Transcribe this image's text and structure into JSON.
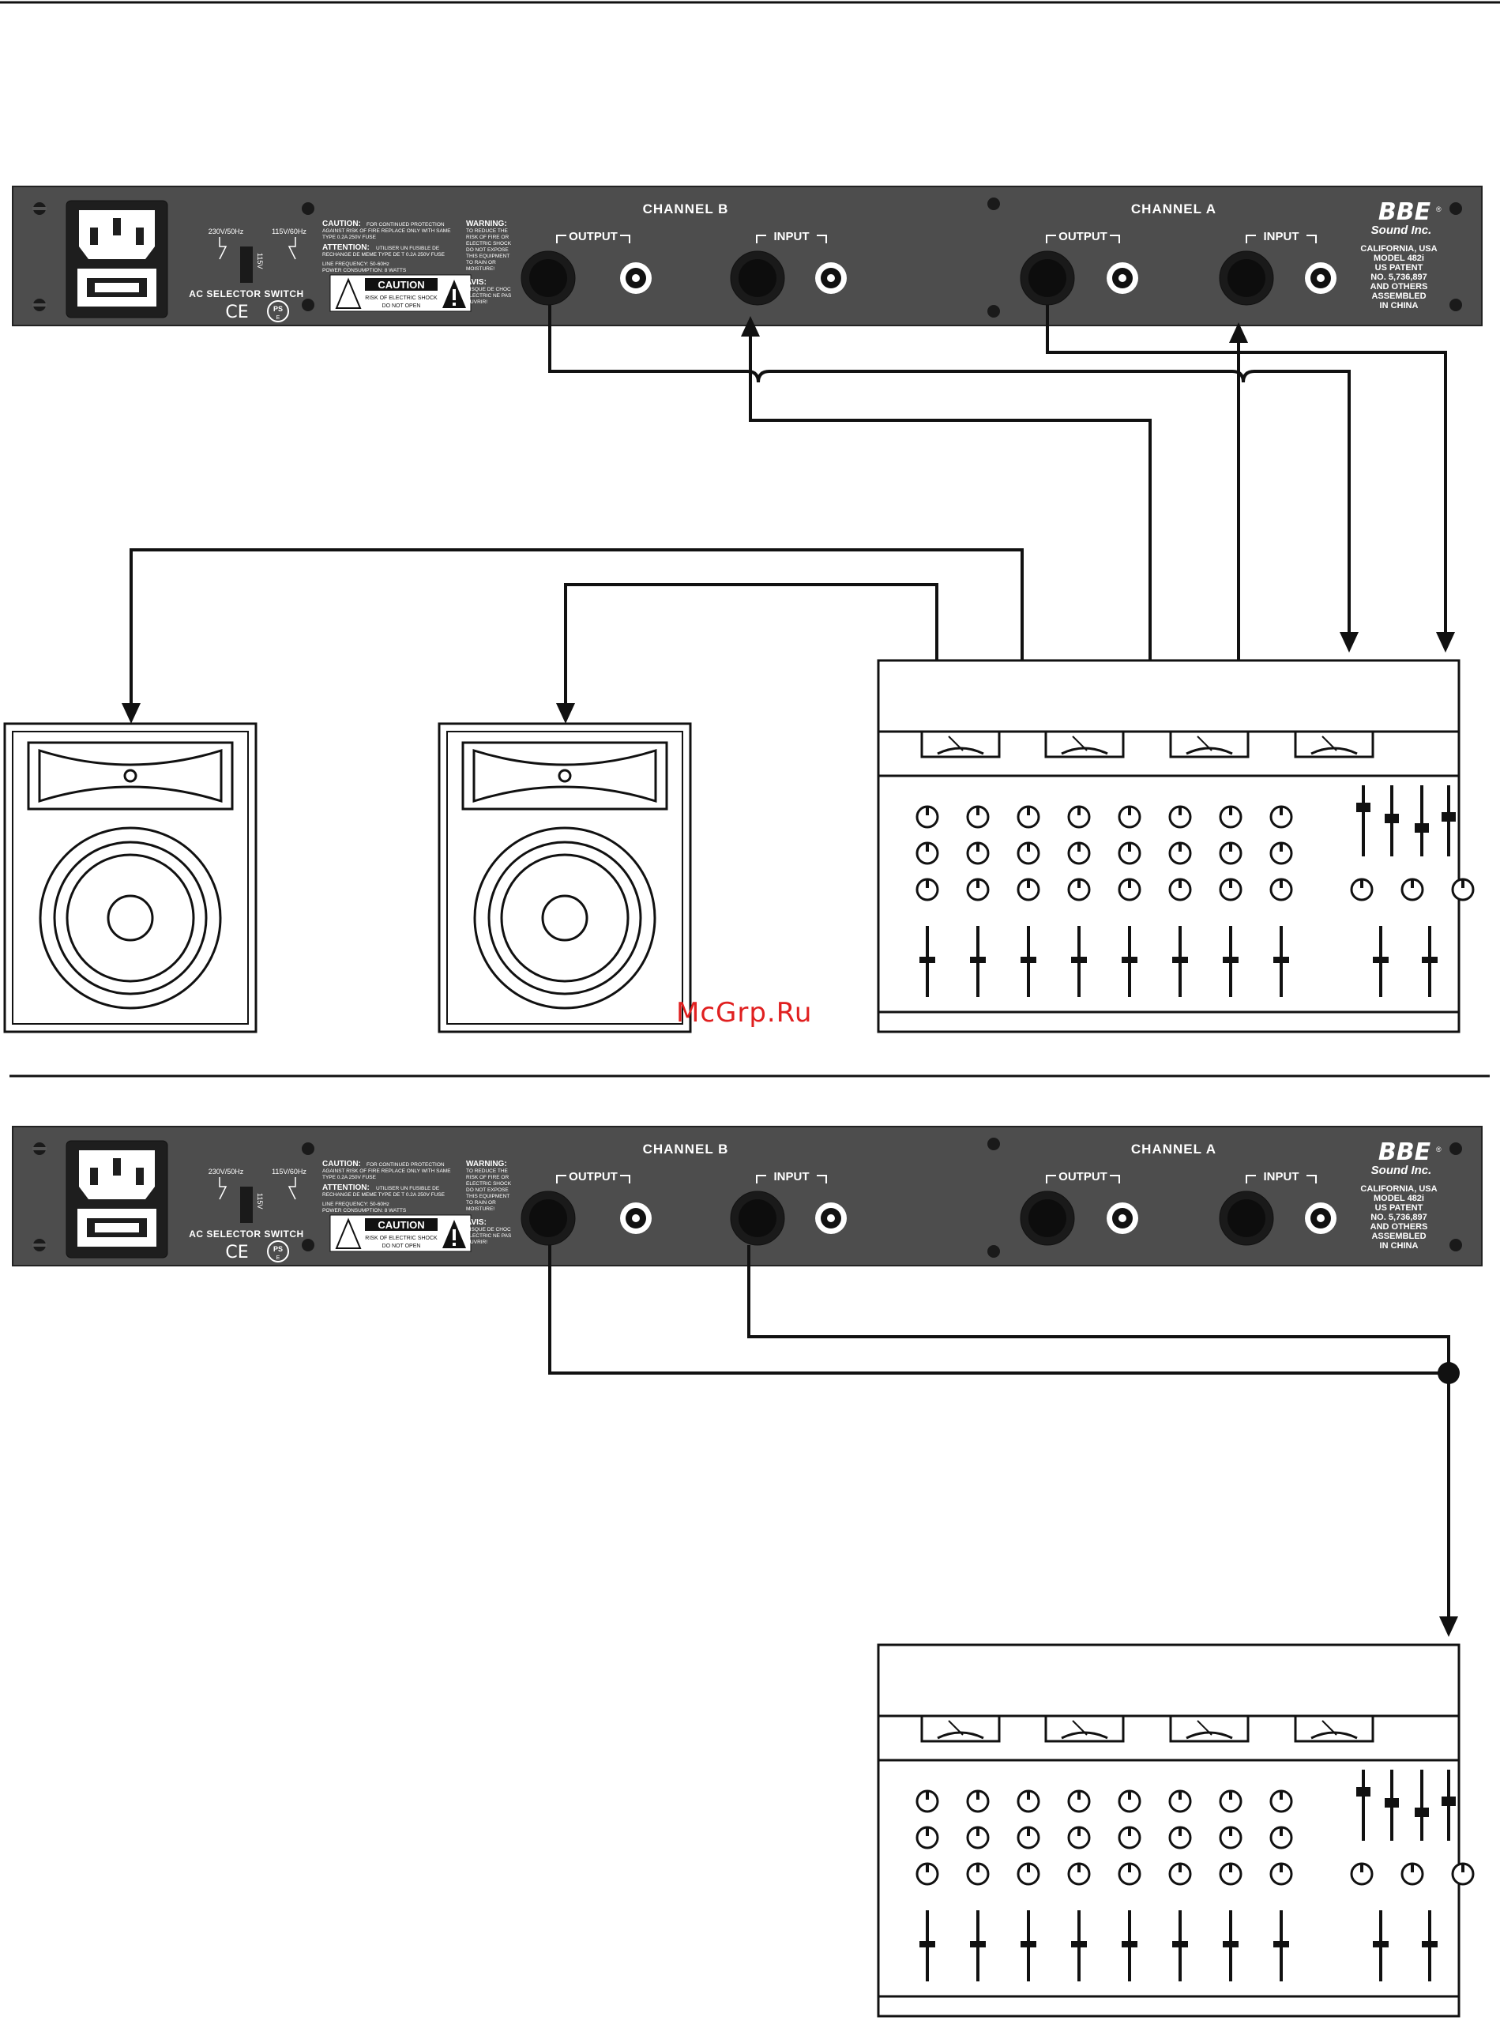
{
  "panel": {
    "channel_b": "CHANNEL B",
    "channel_a": "CHANNEL A",
    "output": "OUTPUT",
    "input": "INPUT",
    "v230": "230V/50Hz",
    "v115": "115V/60Hz",
    "v_switch": "115V",
    "ac_selector": "AC SELECTOR SWITCH",
    "caution_title": "CAUTION:",
    "caution_body": [
      "FOR CONTINUED PROTECTION",
      "AGAINST RISK OF FIRE REPLACE ONLY WITH SAME",
      "TYPE 0.2A 250V FUSE"
    ],
    "attention_title": "ATTENTION:",
    "attention_body": [
      "UTILISER UN FUSIBLE DE",
      "RECHANGE DE MEME TYPE DE T 0.2A 250V FUSE"
    ],
    "line_freq": "LINE FREQUENCY: 50-60Hz",
    "power": "POWER CONSUMPTION: 8 WATTS",
    "caution_box": "CAUTION",
    "caution_box_lines": [
      "RISK OF ELECTRIC SHOCK",
      "DO NOT OPEN"
    ],
    "warning_title": "WARNING:",
    "warning_body": [
      "TO REDUCE THE",
      "RISK OF FIRE OR",
      "ELECTRIC SHOCK",
      "DO NOT EXPOSE",
      "THIS EQUIPMENT",
      "TO RAIN OR",
      "MOISTURE!"
    ],
    "avis_title": "AVIS:",
    "avis_body": [
      "RISQUE DE CHOC",
      "ELECTRIC NE PAS",
      "OUVRIR!"
    ],
    "ce_mark": "CE",
    "ps_mark": "PS",
    "ps_sub": "E",
    "brand": "BBE",
    "brand_sub": "Sound Inc.",
    "brand_reg": "®",
    "info": [
      "CALIFORNIA, USA",
      "MODEL 482i",
      "US PATENT",
      "NO. 5,736,897",
      "AND OTHERS",
      "ASSEMBLED",
      "IN CHINA"
    ]
  },
  "watermark": "McGrp.Ru"
}
